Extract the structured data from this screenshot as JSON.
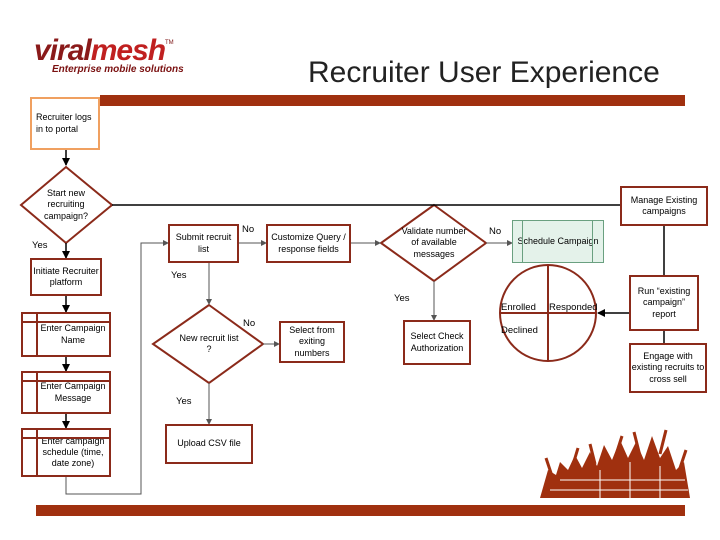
{
  "logo": {
    "name_part1": "viral",
    "name_part2": "mesh",
    "tm": "TM",
    "tagline": "Enterprise mobile solutions"
  },
  "title": "Recruiter User Experience",
  "nodes": {
    "logs_in": "Recruiter logs in to portal",
    "start_new": "Start new recruiting campaign?",
    "initiate": "Initiate Recruiter platform",
    "enter_name": "Enter Campaign Name",
    "enter_message": "Enter Campaign Message",
    "enter_schedule": "Enter campaign schedule (time, date zone)",
    "submit_list": "Submit recruit list",
    "new_list": "New recruit list ?",
    "select_existing": "Select from exiting numbers",
    "upload_csv": "Upload CSV file",
    "customize": "Customize Query / response fields",
    "validate": "Validate number of available messages",
    "select_check": "Select Check Authorization",
    "schedule": "Schedule Campaign",
    "manage": "Manage Existing campaigns",
    "run_report": "Run “existing campaign” report",
    "engage": "Engage with existing recruits to cross sell"
  },
  "edge_labels": {
    "yes_start": "Yes",
    "no_submit": "No",
    "yes_submit": "Yes",
    "no_new": "No",
    "yes_new": "Yes",
    "no_validate": "No",
    "yes_validate": "Yes"
  },
  "quadrant": {
    "enrolled": "Enrolled",
    "responded": "Responded",
    "declined": "Declined"
  },
  "colors": {
    "accent": "#a0300f",
    "box_border": "#8b2a1a",
    "logs_in_border": "#f0a060",
    "schedule_fill": "#e4f2ea",
    "schedule_border": "#6aa080",
    "logo": "#8a1a1a"
  }
}
